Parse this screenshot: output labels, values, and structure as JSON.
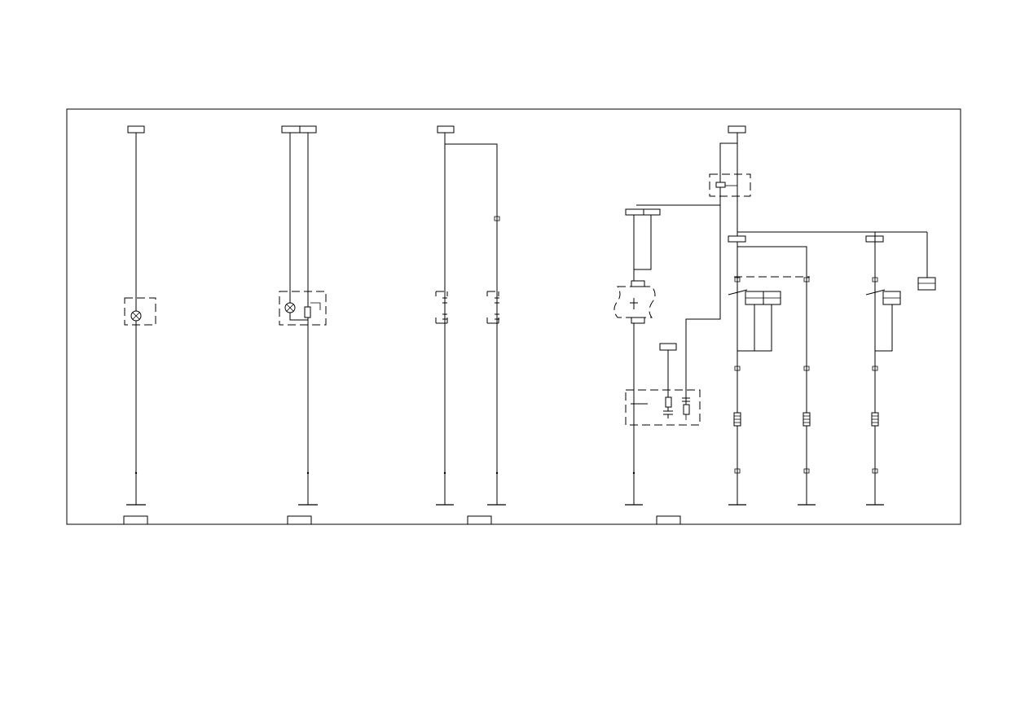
{
  "diagram": {
    "type": "electrical-wiring-schematic",
    "labels_visible": false,
    "colors": {
      "line": "#000000",
      "background": "#ffffff"
    },
    "circuits": [
      {
        "id": "c1",
        "components": [
          "lamp"
        ]
      },
      {
        "id": "c2",
        "components": [
          "lamp",
          "resistor"
        ]
      },
      {
        "id": "c3",
        "components": [
          "connector",
          "connector"
        ]
      },
      {
        "id": "c4",
        "components": [
          "relay",
          "switch",
          "capacitor",
          "resistor",
          "connector",
          "connector",
          "connector"
        ]
      }
    ]
  }
}
